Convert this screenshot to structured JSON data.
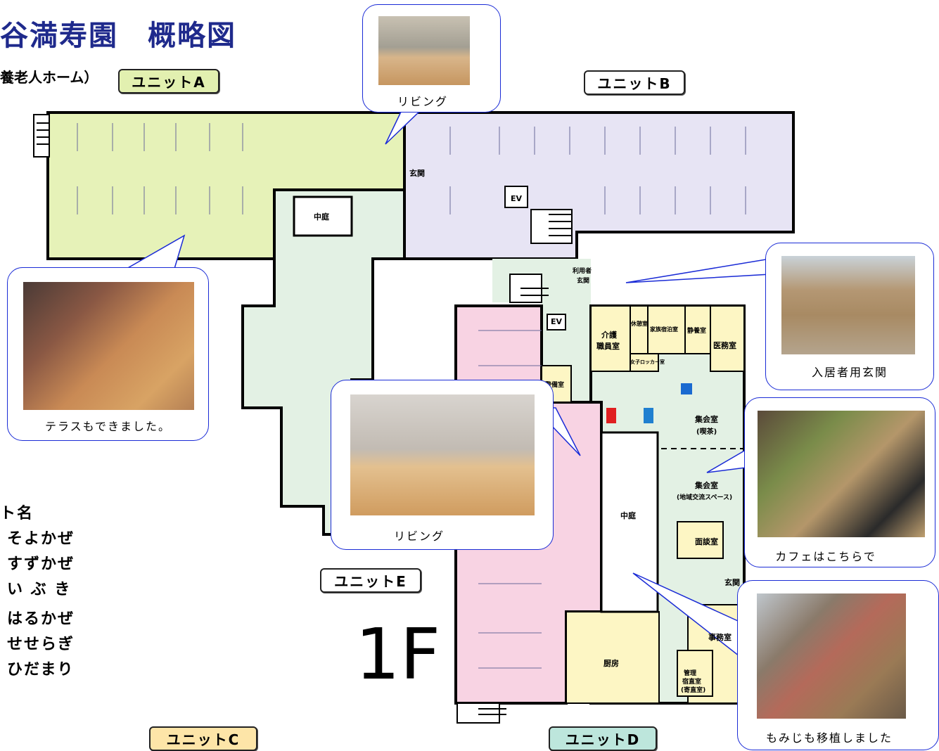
{
  "title": "谷満寿園　概略図",
  "subtitle": "養老人ホーム）",
  "floor": "1F",
  "units": {
    "a": {
      "label": "ユニットA",
      "color": "#e2f0b0"
    },
    "b": {
      "label": "ユニットB",
      "color": "#ffffff"
    },
    "c": {
      "label": "ユニットC",
      "color": "#fde5a8"
    },
    "d": {
      "label": "ユニットD",
      "color": "#bde6dc"
    },
    "e": {
      "label": "ユニットE",
      "color": "#f9d7e4"
    }
  },
  "unit_list": {
    "heading": "ト名",
    "names": [
      "そよかぜ",
      "すずかぜ",
      "い ぶ き",
      "はるかぜ",
      "せせらぎ",
      "ひだまり"
    ]
  },
  "rooms": {
    "genkan_top": "玄関",
    "ev1": "EV",
    "ev2": "EV",
    "nakaniwa1": "中庭",
    "nakaniwa2": "中庭",
    "riyousha_genkan_1": "利用者",
    "riyousha_genkan_2": "玄関",
    "kaigo_1": "介護",
    "kaigo_2": "職員室",
    "kyuukei": "休憩室",
    "kazoku": "家族宿泊室",
    "seiyou": "静養室",
    "imu": "医務室",
    "joshi": "女子ロッカー室",
    "keibi": "警備室",
    "shuukai1_1": "集会室",
    "shuukai1_2": "(喫茶)",
    "shuukai2_1": "集会室",
    "shuukai2_2": "(地域交流スペース)",
    "mendan": "面談室",
    "genkan_right": "玄関",
    "jimu": "事務室",
    "kanri_1": "管理",
    "kanri_2": "宿直室",
    "kanri_3": "(寄直室)",
    "chuubou": "厨房"
  },
  "callouts": {
    "living_top": "リビング",
    "terrace": "テラスもできました。",
    "entrance": "入居者用玄関",
    "living_center": "リビング",
    "cafe": "カフェはこちらで",
    "momiji": "もみじも移植しました"
  },
  "colors": {
    "callout_border": "#1a2bd6",
    "title": "#1f2a8c",
    "unit_a_fill": "#e6f2b8",
    "unit_b_fill": "#e7e4f4",
    "corridor_fill": "#e3f1e4",
    "unit_e_fill": "#f8d3e3",
    "service_fill": "#fdf6c4"
  }
}
